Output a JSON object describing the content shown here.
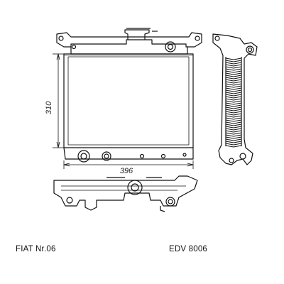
{
  "drawing": {
    "height_dimension": "310",
    "width_dimension": "396"
  },
  "caption": {
    "vehicle": "FIAT Nr.06",
    "part_number": "EDV 8006"
  },
  "colors": {
    "line": "#111111",
    "background": "#ffffff"
  }
}
